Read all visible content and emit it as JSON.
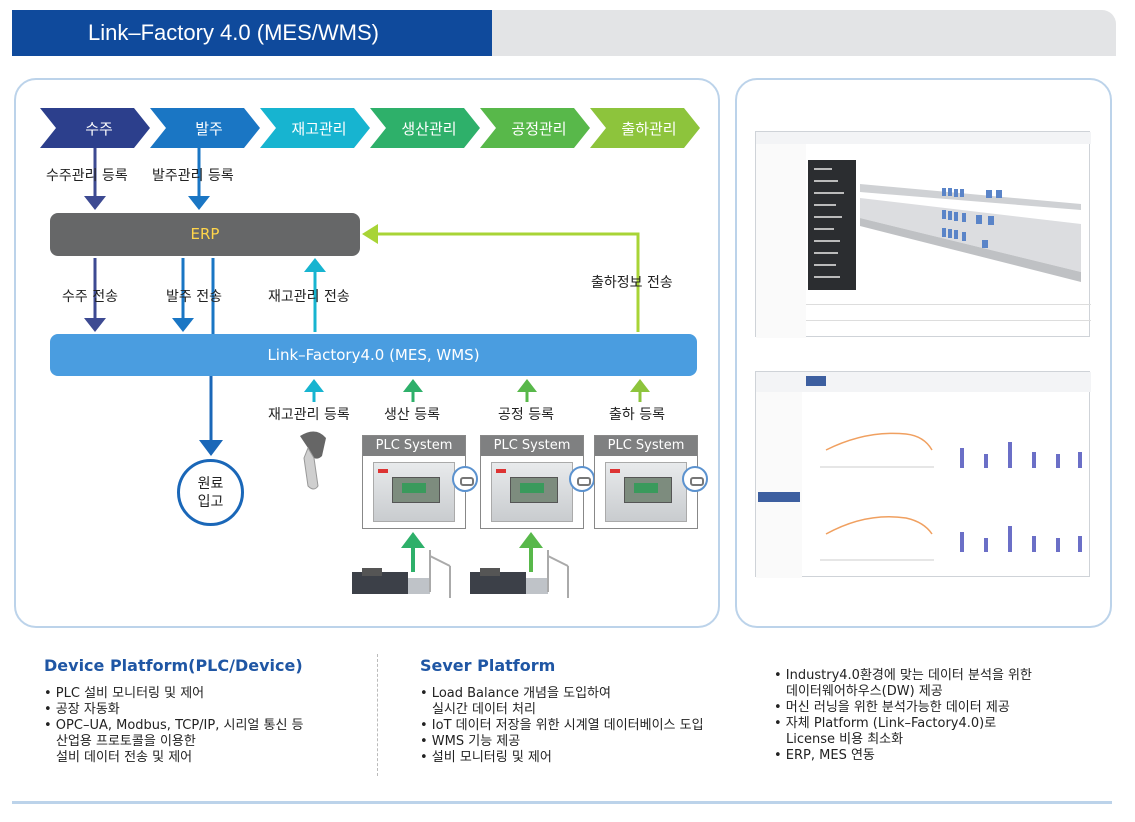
{
  "header": {
    "title": "Link–Factory 4.0 (MES/WMS)"
  },
  "process_steps": [
    "수주",
    "발주",
    "재고관리",
    "생산관리",
    "공정관리",
    "출하관리"
  ],
  "colors": {
    "steps": [
      "#2c3f8c",
      "#1a76c4",
      "#17b4d0",
      "#2eb06a",
      "#58b84a",
      "#8dc43c"
    ],
    "erp_arrow": "#a8d436",
    "down_arrow": "#1a67b8",
    "navy_arrow": "#3d4a92"
  },
  "diagram": {
    "erp": "ERP",
    "link_factory": "Link–Factory4.0 (MES, WMS)",
    "order_reg": "수주관리 등록",
    "purchase_reg": "발주관리 등록",
    "order_send": "수주 전송",
    "purchase_send": "발주 전송",
    "inventory_send": "재고관리 전송",
    "shipping_info_send": "출하정보 전송",
    "inventory_reg": "재고관리 등록",
    "production_reg": "생산 등록",
    "process_reg": "공정 등록",
    "shipping_reg": "출하 등록",
    "plc": [
      "PLC System",
      "PLC System",
      "PLC System"
    ],
    "material_in_line1": "원료",
    "material_in_line2": "입고"
  },
  "sections": [
    {
      "title": "Device Platform(PLC/Device)",
      "bullets": [
        [
          "PLC 설비 모니터링 및 제어"
        ],
        [
          "공장 자동화"
        ],
        [
          "OPC–UA, Modbus, TCP/IP, 시리얼 통신 등",
          "산업용 프로토콜을 이용한",
          "설비 데이터 전송 및 제어"
        ]
      ]
    },
    {
      "title": "Sever Platform",
      "bullets": [
        [
          "Load Balance 개념을 도입하여",
          "실시간 데이터 처리"
        ],
        [
          "IoT 데이터 저장을 위한 시계열 데이터베이스 도입"
        ],
        [
          "WMS 기능 제공"
        ],
        [
          "설비 모니터링 및 제어"
        ]
      ]
    },
    {
      "title": "",
      "bullets": [
        [
          "Industry4.0환경에 맞는 데이터 분석을 위한",
          "데이터웨어하우스(DW) 제공"
        ],
        [
          "머신 러닝을 위한 분석가능한 데이터 제공"
        ],
        [
          "자체 Platform (Link–Factory4.0)로",
          "License 비용 최소화"
        ],
        [
          "ERP, MES 연동"
        ]
      ]
    }
  ]
}
